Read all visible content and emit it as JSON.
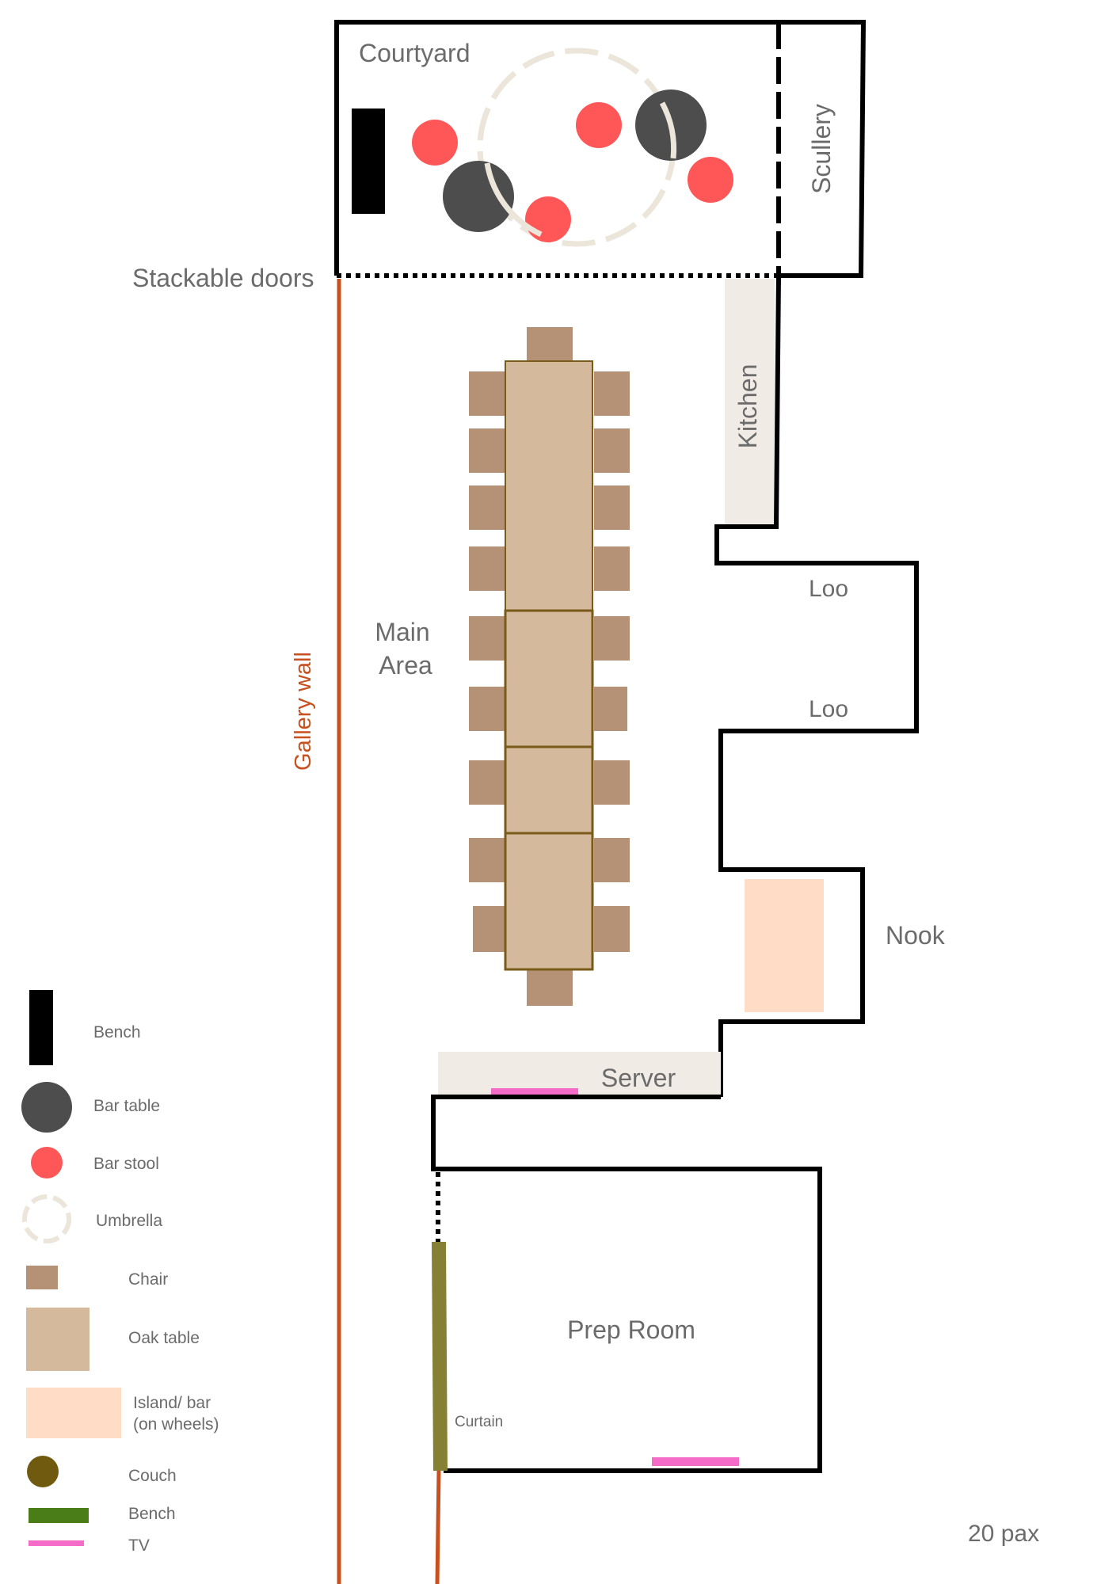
{
  "colors": {
    "wall": "#000000",
    "gallery_wall": "#c8501e",
    "bar_table": "#4d4d4d",
    "bar_stool": "#ff5757",
    "umbrella": "#ebe5da",
    "chair": "#b59175",
    "oak_table": "#d4b99c",
    "oak_table_border": "#7a5a18",
    "island": "#ffdcc6",
    "couch": "#705a10",
    "bench_green": "#4a7d18",
    "curtain": "#858033",
    "tv": "#f56cc8",
    "counter": "#f0ebe4",
    "label_text": "#6b6b6b"
  },
  "rooms": {
    "courtyard": "Courtyard",
    "scullery": "Scullery",
    "stackable_doors": "Stackable doors",
    "kitchen": "Kitchen",
    "loo_1": "Loo",
    "loo_2": "Loo",
    "main_area_line1": "Main",
    "main_area_line2": "Area",
    "gallery_wall": "Gallery wall",
    "nook": "Nook",
    "server": "Server",
    "prep_room": "Prep Room",
    "curtain": "Curtain"
  },
  "capacity": "20 pax",
  "legend": [
    {
      "icon": "bench-black-icon",
      "label": "Bench"
    },
    {
      "icon": "bar-table-icon",
      "label": "Bar table"
    },
    {
      "icon": "bar-stool-icon",
      "label": "Bar stool"
    },
    {
      "icon": "umbrella-icon",
      "label": "Umbrella"
    },
    {
      "icon": "chair-icon",
      "label": "Chair"
    },
    {
      "icon": "oak-table-icon",
      "label": "Oak table"
    },
    {
      "icon": "island-bar-icon",
      "label_line1": "Island/ bar",
      "label_line2": "(on wheels)"
    },
    {
      "icon": "couch-icon",
      "label": "Couch"
    },
    {
      "icon": "bench-green-icon",
      "label": "Bench"
    },
    {
      "icon": "tv-icon",
      "label": "TV"
    }
  ]
}
